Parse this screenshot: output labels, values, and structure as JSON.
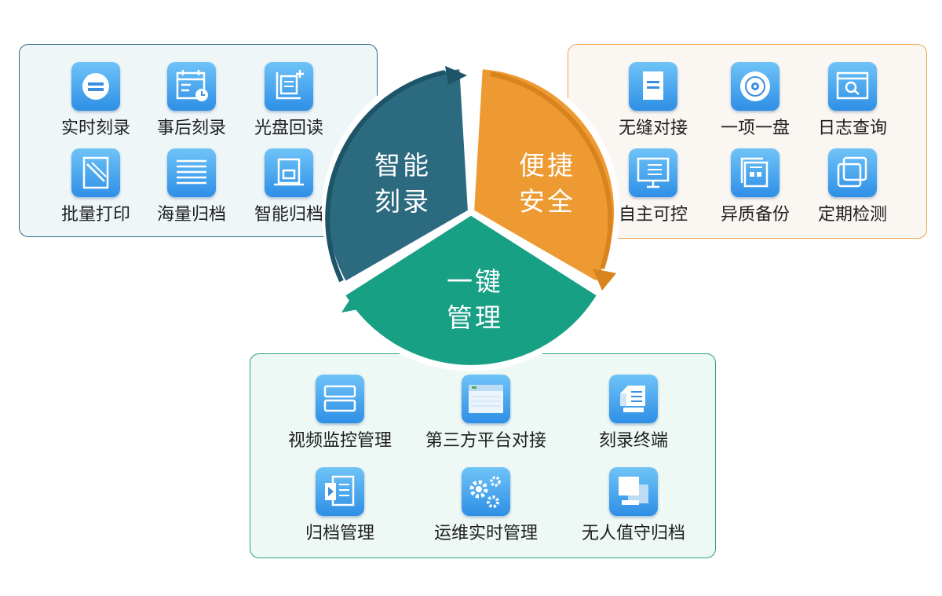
{
  "center": {
    "segments": [
      {
        "line1": "智能",
        "line2": "刻录",
        "color": "#2c6a80"
      },
      {
        "line1": "便捷",
        "line2": "安全",
        "color": "#ee9a32"
      },
      {
        "line1": "一键",
        "line2": "管理",
        "color": "#18a085"
      }
    ]
  },
  "panels": {
    "left": {
      "border_color": "#2e6a86",
      "items": [
        {
          "label": "实时刻录",
          "icon": "disc-tray-icon"
        },
        {
          "label": "事后刻录",
          "icon": "calendar-clock-icon"
        },
        {
          "label": "光盘回读",
          "icon": "disc-read-icon"
        },
        {
          "label": "批量打印",
          "icon": "print-icon"
        },
        {
          "label": "海量归档",
          "icon": "list-lines-icon"
        },
        {
          "label": "智能归档",
          "icon": "archive-icon"
        }
      ]
    },
    "right": {
      "border_color": "#f0a552",
      "items": [
        {
          "label": "无缝对接",
          "icon": "document-icon"
        },
        {
          "label": "一项一盘",
          "icon": "disc-icon"
        },
        {
          "label": "日志查询",
          "icon": "search-window-icon"
        },
        {
          "label": "自主可控",
          "icon": "monitor-icon"
        },
        {
          "label": "异质备份",
          "icon": "stacked-docs-icon"
        },
        {
          "label": "定期检测",
          "icon": "copy-squares-icon"
        }
      ]
    },
    "bottom": {
      "border_color": "#2aa27c",
      "items": [
        {
          "label": "视频监控管理",
          "icon": "server-icon"
        },
        {
          "label": "第三方平台对接",
          "icon": "browser-window-icon"
        },
        {
          "label": "刻录终端",
          "icon": "printer-terminal-icon"
        },
        {
          "label": "归档管理",
          "icon": "file-list-icon"
        },
        {
          "label": "运维实时管理",
          "icon": "gears-icon"
        },
        {
          "label": "无人值守归档",
          "icon": "window-stack-icon"
        }
      ]
    }
  }
}
